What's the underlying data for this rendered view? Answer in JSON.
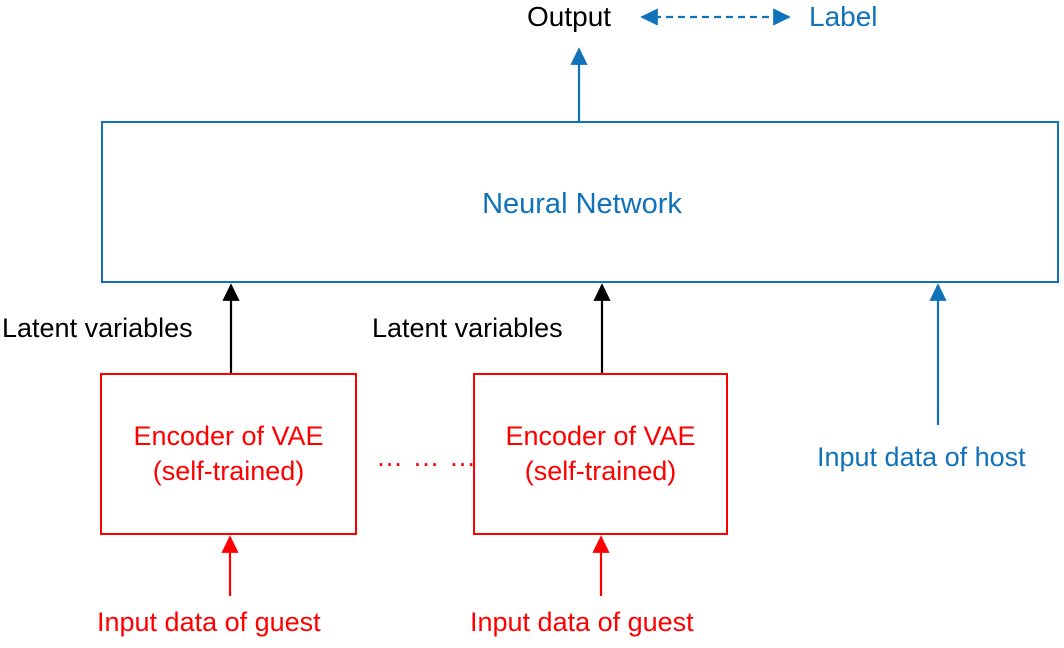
{
  "figure": {
    "type": "architecture-diagram",
    "title_text_present": false,
    "colors": {
      "blue": "#1072BA",
      "red": "#FF0000",
      "black": "#000000",
      "background": "#FFFFFF"
    }
  },
  "top_row": {
    "output_label": "Output",
    "label_label": "Label",
    "connector": {
      "name": "dashed-double-arrow",
      "style": "dashed",
      "arrowheads": "both",
      "color": "#1072BA"
    }
  },
  "neural_network": {
    "title": "Neural Network",
    "border_color": "#1072BA",
    "text_color": "#1072BA"
  },
  "latent_labels": [
    {
      "text": "Latent variables"
    },
    {
      "text": "Latent variables"
    }
  ],
  "encoders": [
    {
      "line1": "Encoder of VAE",
      "line2": "(self-trained)",
      "color": "#FF0000"
    },
    {
      "line1": "Encoder of VAE",
      "line2": "(self-trained)",
      "color": "#FF0000"
    }
  ],
  "ellipsis": "… … …",
  "inputs": {
    "guest_left": "Input data of guest",
    "guest_right": "Input data of guest",
    "host": "Input data of host"
  },
  "arrows": [
    {
      "name": "nn-to-output-arrow",
      "color": "#1072BA",
      "direction": "up",
      "style": "solid"
    },
    {
      "name": "output-label-dashed-arrow",
      "color": "#1072BA",
      "direction": "both",
      "style": "dashed"
    },
    {
      "name": "encoder-left-to-nn-arrow",
      "color": "#000000",
      "direction": "up",
      "style": "solid"
    },
    {
      "name": "encoder-right-to-nn-arrow",
      "color": "#000000",
      "direction": "up",
      "style": "solid"
    },
    {
      "name": "host-input-to-nn-arrow",
      "color": "#1072BA",
      "direction": "up",
      "style": "solid"
    },
    {
      "name": "guest-left-to-encoder-arrow",
      "color": "#FF0000",
      "direction": "up",
      "style": "solid"
    },
    {
      "name": "guest-right-to-encoder-arrow",
      "color": "#FF0000",
      "direction": "up",
      "style": "solid"
    }
  ]
}
